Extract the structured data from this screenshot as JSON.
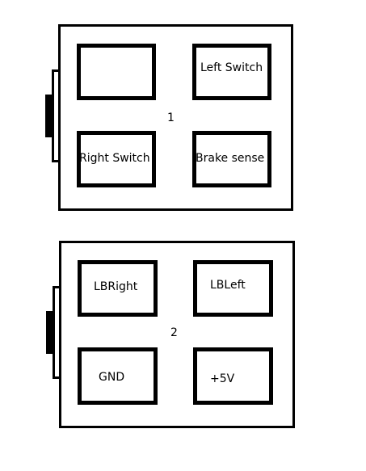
{
  "connectors": [
    {
      "number": "1",
      "pins": [
        {
          "label": ""
        },
        {
          "label": "Left Switch"
        },
        {
          "label": "Right Switch"
        },
        {
          "label": "Brake sense"
        }
      ]
    },
    {
      "number": "2",
      "pins": [
        {
          "label": "LBRight"
        },
        {
          "label": "LBLeft"
        },
        {
          "label": "GND"
        },
        {
          "label": "+5V"
        }
      ]
    }
  ]
}
